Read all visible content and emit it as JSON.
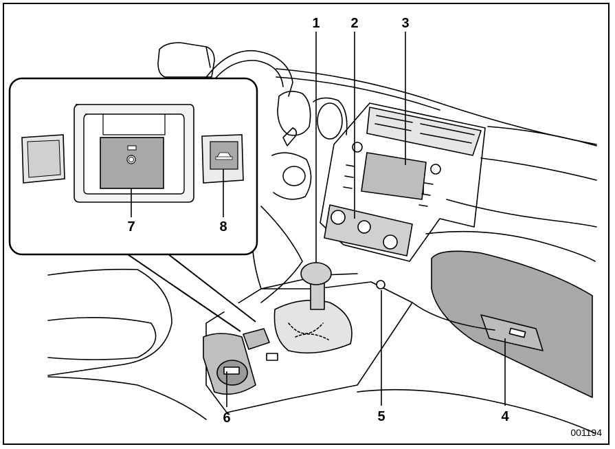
{
  "figure_id": "001194",
  "callouts": {
    "c1": "1",
    "c2": "2",
    "c3": "3",
    "c4": "4",
    "c5": "5",
    "c6": "6",
    "c7": "7",
    "c8": "8"
  },
  "colors": {
    "line": "#000000",
    "fill_gray": "#a8a8a8",
    "fill_light": "#d9d9d9",
    "background": "#ffffff"
  }
}
